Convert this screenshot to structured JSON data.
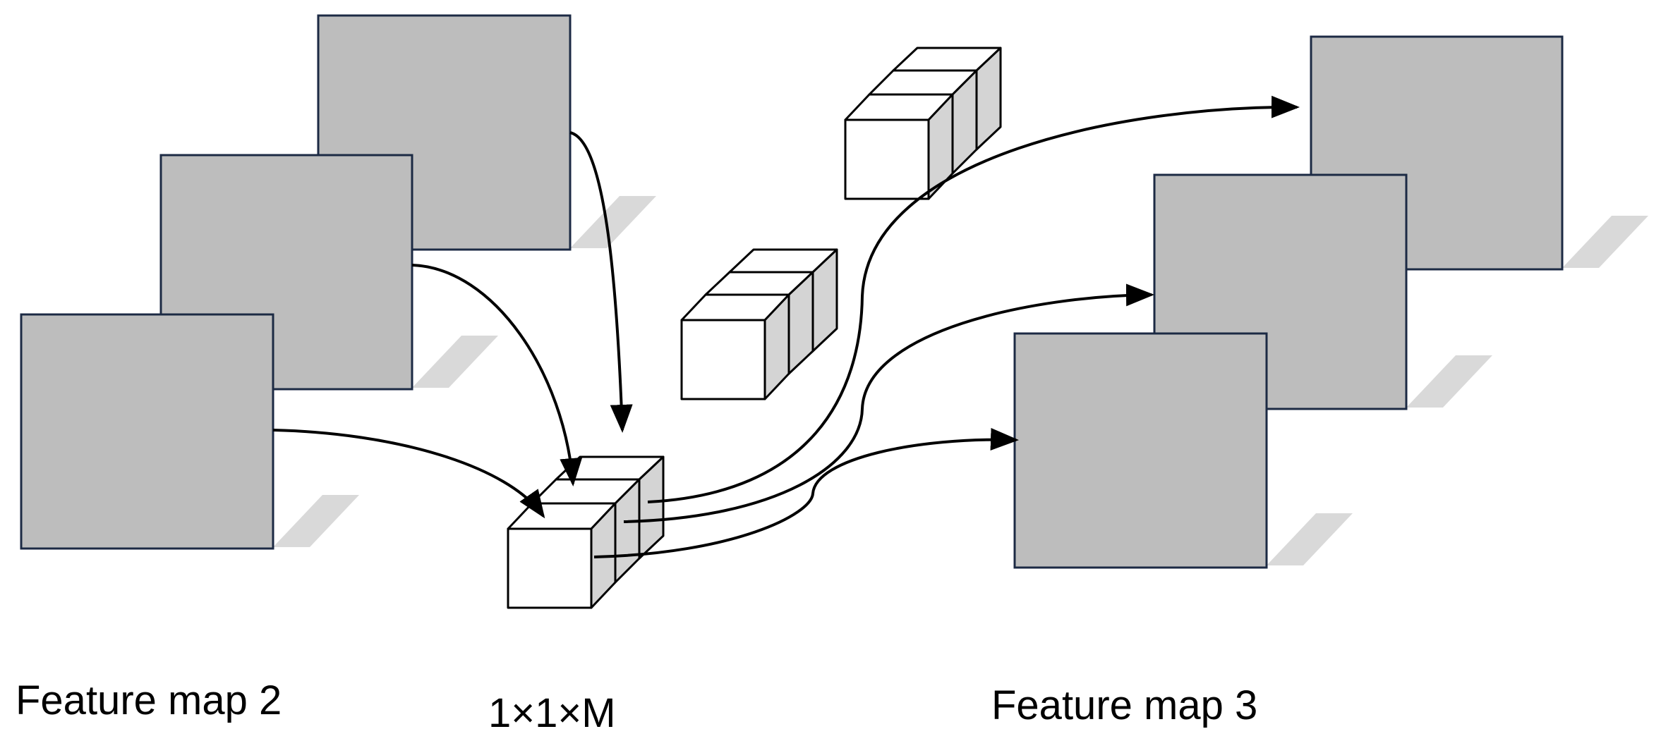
{
  "labels": {
    "feature_map_2": "Feature map 2",
    "kernel": "1×1×M",
    "feature_map_3": "Feature map 3"
  },
  "colors": {
    "map_fill": "#bdbdbd",
    "map_stroke": "#1c2a44",
    "shadow": "#d9d9d9",
    "cube_front": "#ffffff",
    "cube_side": "#d4d4d4",
    "line": "#000000"
  },
  "icons": [
    "arrow-head",
    "cube-icon"
  ]
}
